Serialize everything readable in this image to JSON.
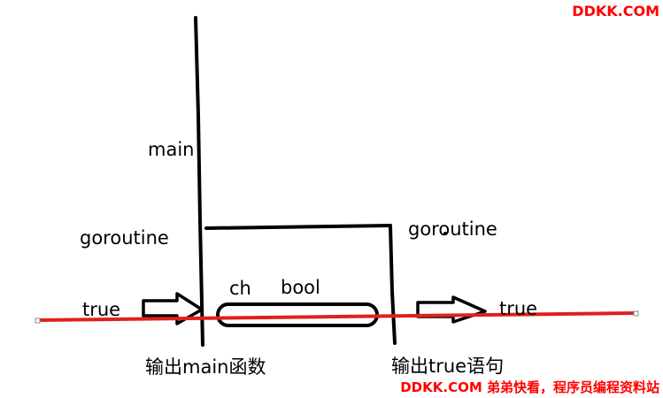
{
  "watermark": {
    "top": "DDKK.COM",
    "bottom": "DDKK.COM 弟弟快看，程序员编程资料站",
    "color": "#ff0000"
  },
  "labels": {
    "main": "main",
    "goroutine_left": "goroutine",
    "goroutine_right": "goroutine",
    "true_left": "true",
    "true_right": "true",
    "ch": "ch",
    "bool": "bool",
    "output_main": "输出main函数",
    "output_true": "输出true语句"
  },
  "colors": {
    "stroke": "#000000",
    "timeline": "#e0201c"
  }
}
